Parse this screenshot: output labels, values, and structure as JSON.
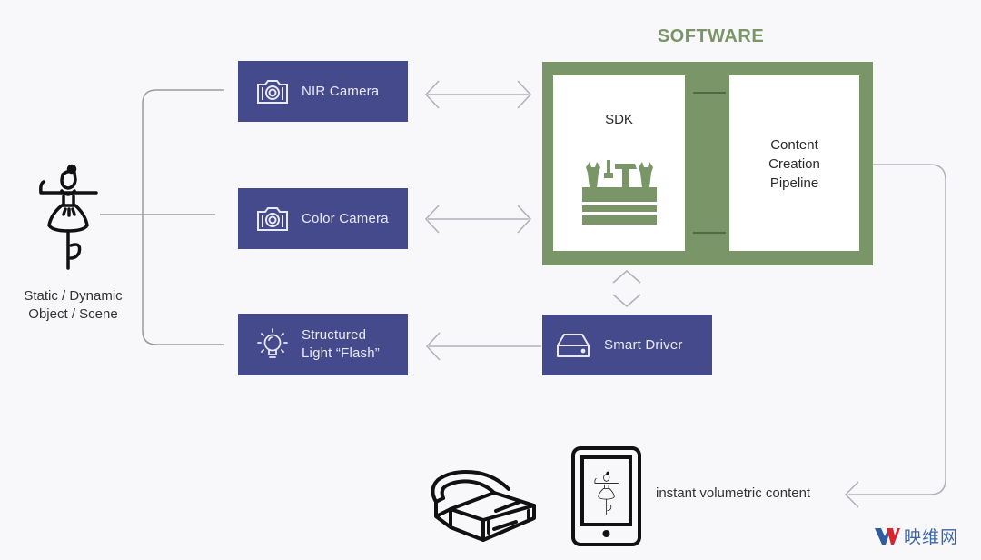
{
  "diagram": {
    "software_section": {
      "title": "SOFTWARE",
      "sdk_label": "SDK",
      "pipeline_label": "Content\nCreation\nPipeline",
      "frame_color": "#7a9668"
    },
    "source": {
      "label": "Static / Dynamic\nObject / Scene",
      "icon": "ballerina-icon"
    },
    "hardware_boxes": [
      {
        "label": "NIR Camera",
        "icon": "camera-icon"
      },
      {
        "label": "Color Camera",
        "icon": "camera-icon"
      },
      {
        "label": "Structured\nLight “Flash”",
        "icon": "light-bulb-icon"
      }
    ],
    "driver_box": {
      "label": "Smart Driver",
      "icon": "hard-drive-icon"
    },
    "output": {
      "label": "instant volumetric content",
      "devices": [
        "vr-headset-icon",
        "tablet-icon"
      ]
    },
    "box_color": "#444a8c",
    "watermark": {
      "text": "映维网",
      "logo": "yv-logo-icon"
    }
  }
}
